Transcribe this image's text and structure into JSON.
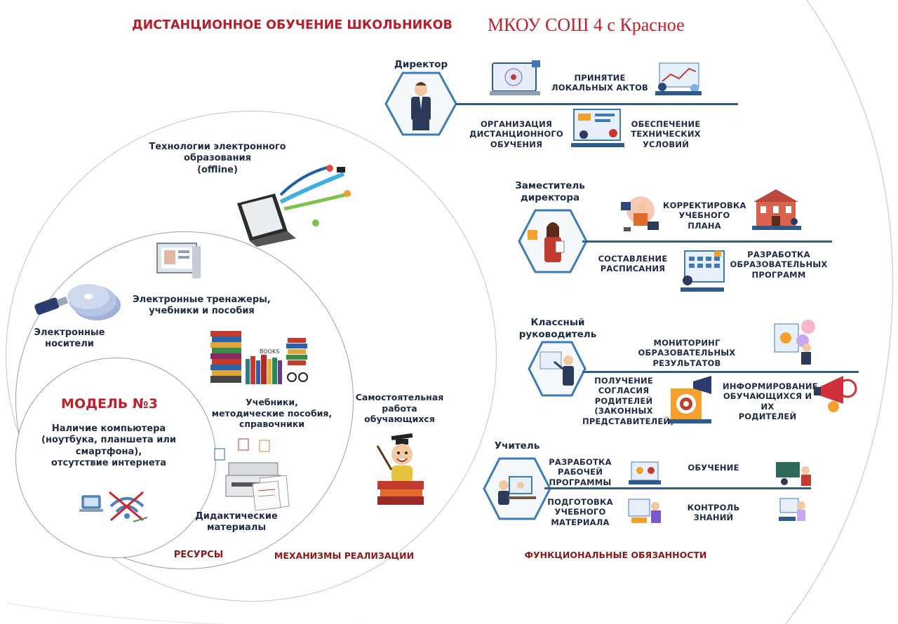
{
  "header": {
    "title": "ДИСТАНЦИОННОЕ ОБУЧЕНИЕ ШКОЛЬНИКОВ",
    "school": "МКОУ СОШ 4 с Красное"
  },
  "model": {
    "heading": "МОДЕЛЬ №3",
    "description": "Наличие компьютера\n(ноутбука, планшета или\nсмартфона),\nотсутствие интернета"
  },
  "resources": {
    "offline_tech": "Технологии электронного\nобразования\n(offline)",
    "trainers": "Электронные тренажеры,\nучебники и пособия",
    "media": "Электронные\nносители",
    "textbooks": "Учебники,\nметодические пособия,\nсправочники",
    "didactic": "Дидактические\nматериалы",
    "self_work": "Самостоятельная\nработа\nобучающихся"
  },
  "section_labels": {
    "resources": "РЕСУРСЫ",
    "mechanisms": "МЕХАНИЗМЫ РЕАЛИЗАЦИИ",
    "duties": "ФУНКЦИОНАЛЬНЫЕ ОБЯЗАННОСТИ"
  },
  "roles": {
    "director": {
      "name": "Директор",
      "duties": [
        "ПРИНЯТИЕ\nЛОКАЛЬНЫХ АКТОВ",
        "ОРГАНИЗАЦИЯ\nДИСТАНЦИОННОГО\nОБУЧЕНИЯ",
        "ОБЕСПЕЧЕНИЕ\nТЕХНИЧЕСКИХ\nУСЛОВИЙ"
      ]
    },
    "deputy": {
      "name": "Заместитель\nдиректора",
      "duties": [
        "КОРРЕКТИРОВКА\nУЧЕБНОГО\nПЛАНА",
        "СОСТАВЛЕНИЕ\nРАСПИСАНИЯ",
        "РАЗРАБОТКА\nОБРАЗОВАТЕЛЬНЫХ\nПРОГРАММ"
      ]
    },
    "class_teacher": {
      "name": "Классный\nруководитель",
      "duties": [
        "МОНИТОРИНГ ОБРАЗОВАТЕЛЬНЫХ\nРЕЗУЛЬТАТОВ",
        "ПОЛУЧЕНИЕ\nСОГЛАСИЯ\nРОДИТЕЛЕЙ\n(ЗАКОННЫХ\nПРЕДСТАВИТЕЛЕЙ)",
        "ИНФОРМИРОВАНИЕ\nОБУЧАЮЩИХСЯ И ИХ\nРОДИТЕЛЕЙ"
      ]
    },
    "teacher": {
      "name": "Учитель",
      "duties": [
        "РАЗРАБОТКА\nРАБОЧЕЙ\nПРОГРАММЫ",
        "ОБУЧЕНИЕ",
        "ПОДГОТОВКА\nУЧЕБНОГО\nМАТЕРИАЛА",
        "КОНТРОЛЬ ЗНАНИЙ"
      ]
    }
  },
  "colors": {
    "accent_red": "#c0202a",
    "line_blue": "#2f5d87",
    "hex_blue": "#3d7ab8",
    "text_dark": "#1f2a44"
  }
}
